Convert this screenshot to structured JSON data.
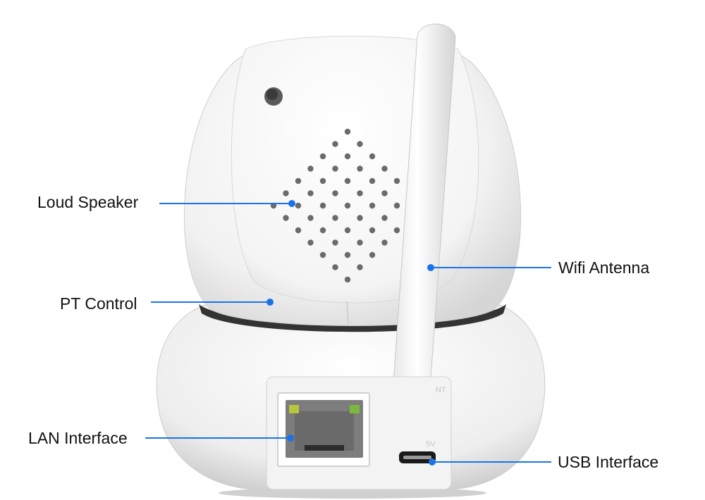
{
  "accent_color": "#1a73e8",
  "callouts": {
    "loud_speaker": "Loud Speaker",
    "pt_control": "PT Control",
    "lan_interface": "LAN Interface",
    "wifi_antenna": "Wifi Antenna",
    "usb_interface": "USB Interface"
  },
  "port_marks": {
    "net": "NT",
    "power": "5V"
  }
}
